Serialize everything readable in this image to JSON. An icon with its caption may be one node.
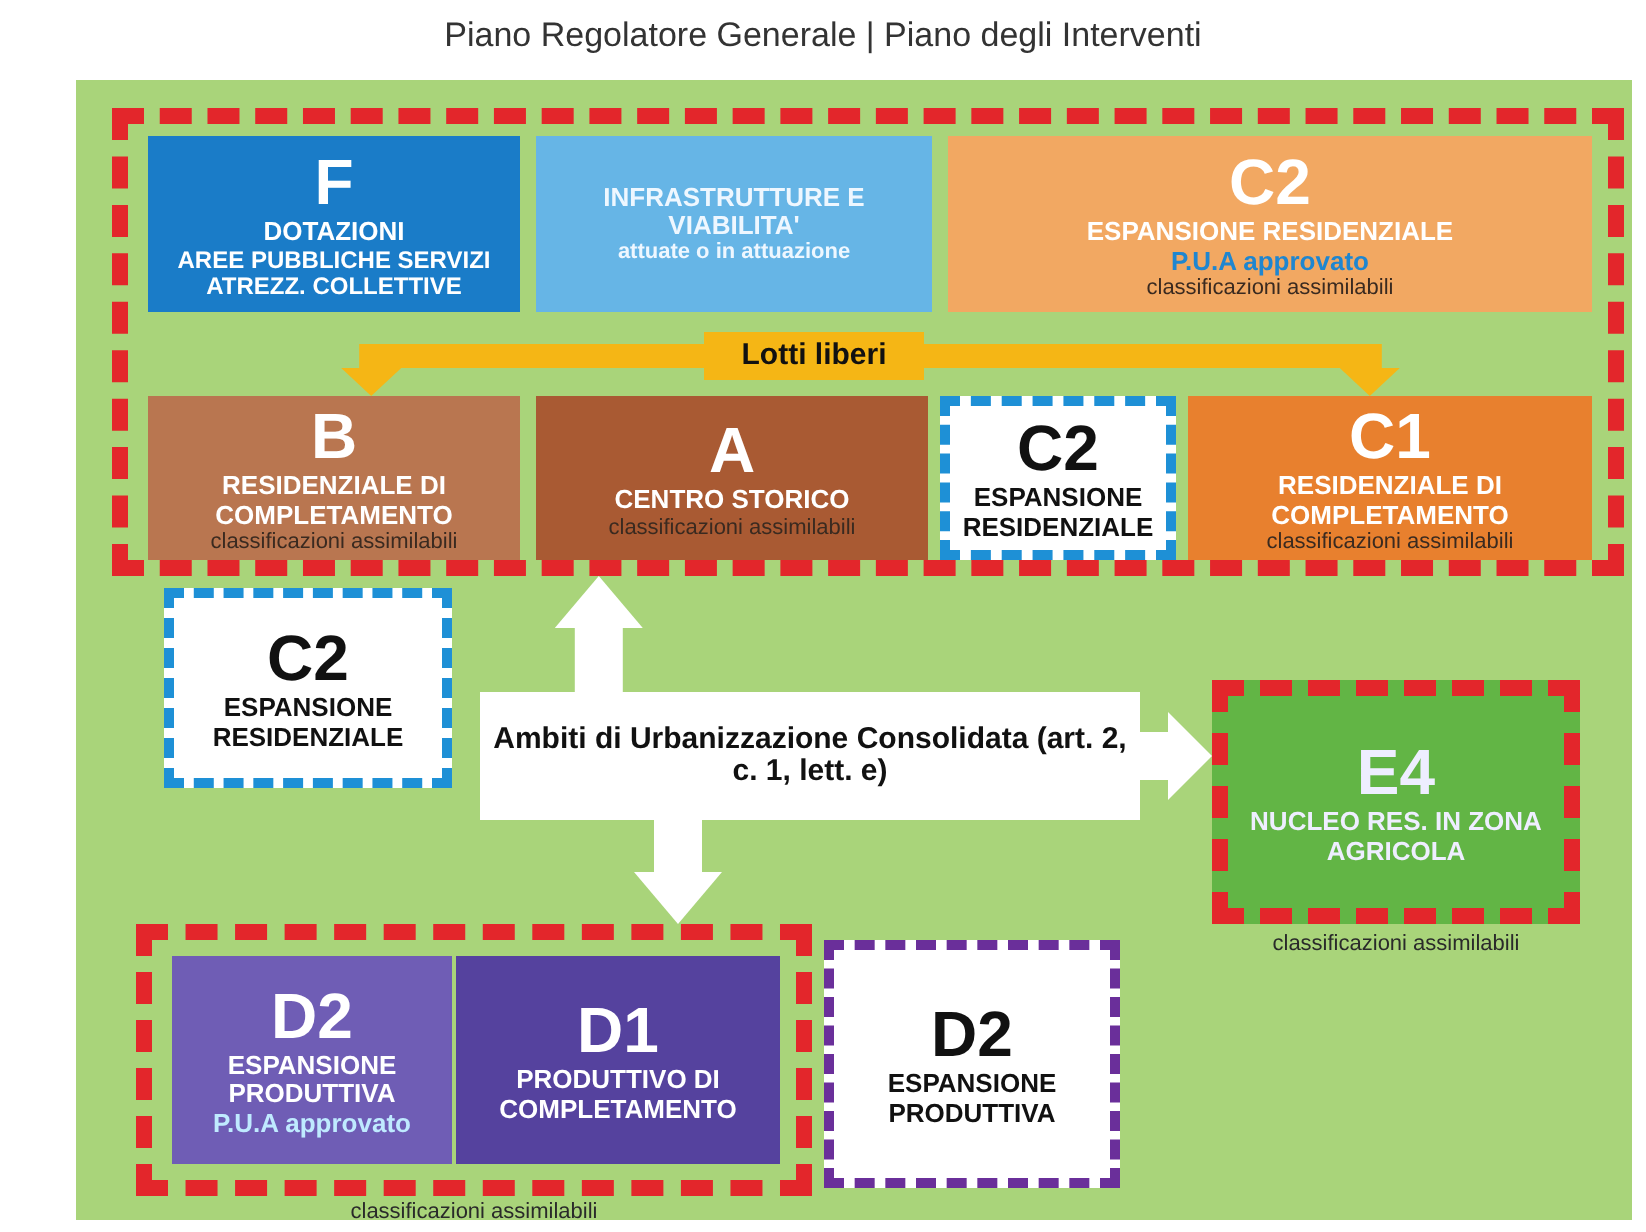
{
  "diagram": {
    "title": "Piano Regolatore Generale | Piano degli Interventi",
    "nodes": [
      {
        "text": [],
        "shape": "box"
      },
      {
        "text": [
          "F",
          "DOTAZIONI",
          "AREE PUBBLICHE SERVIZI ATREZZ. COLLETTIVE"
        ],
        "in": 0
      },
      {
        "text": [
          "INFRASTRUTTURE E VIABILITA'",
          "attuate o in attuazione"
        ],
        "in": 0
      },
      {
        "text": [
          "C2",
          "ESPANSIONE RESIDENZIALE",
          "P.U.A approvato",
          "classificazioni assimilabili"
        ],
        "in": 0
      },
      {
        "text": [
          "Lotti liberi"
        ],
        "in": 0
      },
      {
        "text": [
          "B",
          "RESIDENZIALE DI COMPLETAMENTO",
          "classificazioni assimilabili"
        ],
        "in": 0
      },
      {
        "text": [
          "A",
          "CENTRO STORICO",
          "classificazioni assimilabili"
        ],
        "in": 0
      },
      {
        "text": [
          "C2",
          "ESPANSIONE RESIDENZIALE"
        ],
        "in": 0
      },
      {
        "text": [
          "C1",
          "RESIDENZIALE DI COMPLETAMENTO",
          "classificazioni assimilabili"
        ],
        "in": 0
      },
      {
        "text": [
          "C2",
          "ESPANSIONE RESIDENZIALE"
        ]
      },
      {
        "text": [
          "Ambiti di Urbanizzazione Consolidata (art. 2, c. 1, lett. e)"
        ]
      },
      {
        "text": [
          "E4",
          "NUCLEO RES. IN ZONA AGRICOLA"
        ],
        "beside": [
          "classificazioni assimilabili"
        ]
      },
      {
        "text": [],
        "shape": "box",
        "beside": [
          "classificazioni assimilabili"
        ]
      },
      {
        "text": [
          "D2",
          "ESPANSIONE PRODUTTIVA",
          "P.U.A approvato"
        ],
        "in": 12
      },
      {
        "text": [
          "D1",
          "PRODUTTIVO DI COMPLETAMENTO"
        ],
        "in": 12
      },
      {
        "text": [
          "D2",
          "ESPANSIONE PRODUTTIVA"
        ]
      }
    ],
    "edges": [
      {
        "from": 4,
        "to": 5,
        "arrow": "to",
        "color": "#f5b615"
      },
      {
        "from": 4,
        "to": 8,
        "arrow": "to",
        "color": "#f5b615"
      },
      {
        "from": 10,
        "to": 0,
        "arrow": "to"
      },
      {
        "from": 10,
        "to": 11,
        "arrow": "to"
      },
      {
        "from": 10,
        "to": 12,
        "arrow": "to"
      }
    ]
  }
}
